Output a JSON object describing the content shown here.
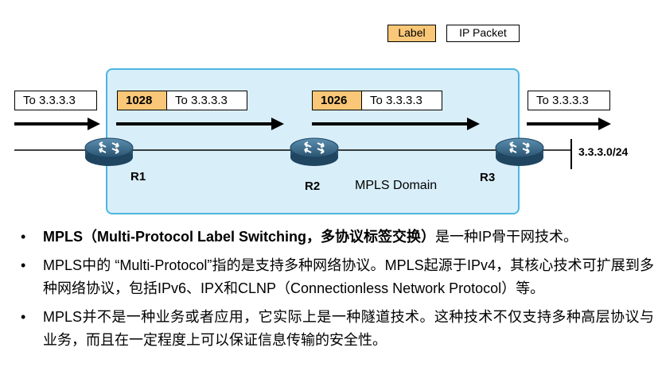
{
  "legend": {
    "label": "Label",
    "packet": "IP Packet"
  },
  "packets": {
    "ingress": "To 3.3.3.3",
    "hop1_label": "1028",
    "hop1_packet": "To 3.3.3.3",
    "hop2_label": "1026",
    "hop2_packet": "To 3.3.3.3",
    "egress": "To 3.3.3.3"
  },
  "routers": [
    "R1",
    "R2",
    "R3"
  ],
  "domain_label": "MPLS Domain",
  "network": "3.3.3.0/24",
  "bullets": {
    "b1_bold": "MPLS（Multi-Protocol Label Switching，多协议标签交换）",
    "b1_rest": "是一种IP骨干网技术。",
    "b2": "MPLS中的 “Multi-Protocol”指的是支持多种网络协议。MPLS起源于IPv4，其核心技术可扩展到多种网络协议，包括IPv6、IPX和CLNP（Connectionless Network Protocol）等。",
    "b3": "MPLS并不是一种业务或者应用，它实际上是一种隧道技术。这种技术不仅支持多种高层协议与业务，而且在一定程度上可以保证信息传输的安全性。"
  },
  "colors": {
    "label_fill": "#f9c777",
    "domain_fill": "#d8eef9",
    "domain_border": "#4cb6e0",
    "router": "#2f5e7a"
  }
}
